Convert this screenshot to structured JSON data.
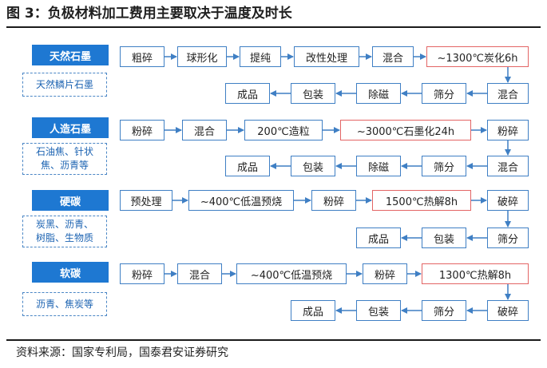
{
  "title": "图 3：负极材料加工费用主要取决于温度及时长",
  "source": "资料来源：国家专利局，国泰君安证券研究",
  "sections": {
    "natural": {
      "header": "天然石墨",
      "materials": "天然鳞片石墨",
      "steps": [
        "粗碎",
        "球形化",
        "提纯",
        "改性处理",
        "混合",
        "~1300℃炭化6h",
        "混合",
        "筛分",
        "除磁",
        "包装",
        "成品"
      ]
    },
    "artificial": {
      "header": "人造石墨",
      "materials": "石油焦、针状\n焦、沥青等",
      "steps": [
        "粉碎",
        "混合",
        "200℃造粒",
        "~3000℃石墨化24h",
        "粉碎",
        "混合",
        "筛分",
        "除磁",
        "包装",
        "成品"
      ]
    },
    "hard": {
      "header": "硬碳",
      "materials": "炭黑、沥青、\n树脂、生物质",
      "steps": [
        "预处理",
        "~400℃低温预烧",
        "粉碎",
        "1500℃热解8h",
        "破碎",
        "筛分",
        "包装",
        "成品"
      ]
    },
    "soft": {
      "header": "软碳",
      "materials": "沥青、焦炭等",
      "steps": [
        "粉碎",
        "混合",
        "~400℃低温预烧",
        "粉碎",
        "1300℃热解8h",
        "破碎",
        "筛分",
        "包装",
        "成品"
      ]
    }
  },
  "highlight_color": "#e36565",
  "header_color": "#1e78d2",
  "icons": {
    "arrow": "arrow-icon"
  }
}
